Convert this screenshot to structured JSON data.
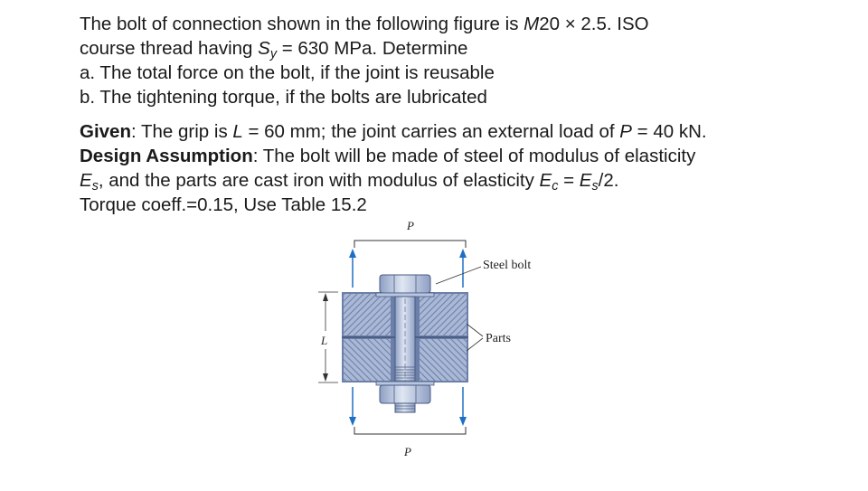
{
  "problem": {
    "l1a": "The bolt of connection shown in the following figure is ",
    "l1_m": "M",
    "l1b": "20 × 2.5. ISO",
    "l2a": "course thread having ",
    "l2_S": "S",
    "l2_sub": "y",
    "l2b": " = 630 MPa. Determine",
    "l3": "a. The total force on the bolt, if the joint is reusable",
    "l4": "b. The tightening torque, if the bolts are lubricated"
  },
  "given": {
    "g1_bold": "Given",
    "g1a": ": The grip is ",
    "g1_L": "L",
    "g1b": " = 60 mm; the joint carries an external load of ",
    "g1_P": "P",
    "g1c": " = 40 kN.",
    "g2_bold": "Design Assumption",
    "g2a": ": The bolt will be made of steel of modulus of elasticity",
    "g3_E1": "E",
    "g3_sub1": "s",
    "g3a": ", and the parts are cast iron with modulus of elasticity ",
    "g3_E2": "E",
    "g3_sub2": "c",
    "g3b": " = ",
    "g3_E3": "E",
    "g3_sub3": "s",
    "g3c": "/2.",
    "g4": "Torque coeff.=0.15, Use Table 15.2"
  },
  "figure": {
    "label_top_p": "P",
    "label_bottom_p": "P",
    "label_l": "L",
    "label_steel_bolt": "Steel bolt",
    "label_parts": "Parts",
    "colors": {
      "plate": "#6b7fa8",
      "plate_light": "#a9b8d6",
      "bolt": "#b8c6e2",
      "bolt_dark": "#7d8fb5",
      "arrow": "#1f6fc6",
      "line": "#333333"
    }
  }
}
